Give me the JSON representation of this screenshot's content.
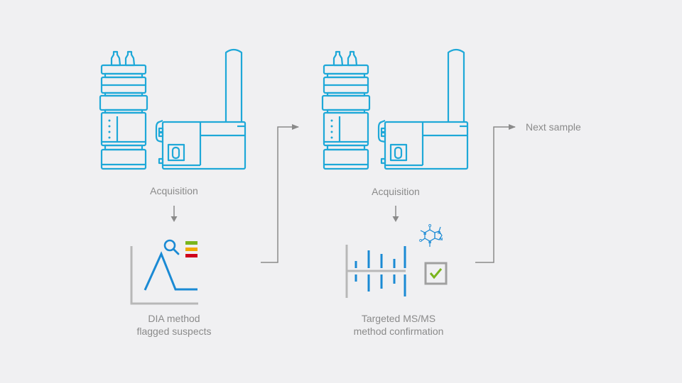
{
  "workflow": {
    "steps": [
      {
        "id": "acquisition-1",
        "label": "Acquisition"
      },
      {
        "id": "dia-result",
        "label_line1": "DIA method",
        "label_line2": "flagged suspects"
      },
      {
        "id": "acquisition-2",
        "label": "Acquisition"
      },
      {
        "id": "targeted-result",
        "label_line1": "Targeted MS/MS",
        "label_line2": "method confirmation"
      }
    ],
    "next_label": "Next sample"
  },
  "colors": {
    "background": "#f0f0f2",
    "instrument": "#1ea8d8",
    "accent_blue": "#1a8ad4",
    "connector": "#8a8a8a",
    "axis": "#b8b8b8",
    "flag_green": "#7ab51d",
    "flag_orange": "#f2a900",
    "flag_red": "#d0021b",
    "check_green": "#7ab51d",
    "check_box": "#a0a0a0",
    "text": "#8a8a8a"
  },
  "icons": {
    "instrument": "lc-ms-instrument-icon",
    "peak": "chromatogram-peak-icon",
    "magnifier": "magnifier-icon",
    "flags": "traffic-light-flags-icon",
    "spectrum": "ms-spectrum-icon",
    "molecule": "caffeine-molecule-icon",
    "check": "checkbox-check-icon"
  }
}
